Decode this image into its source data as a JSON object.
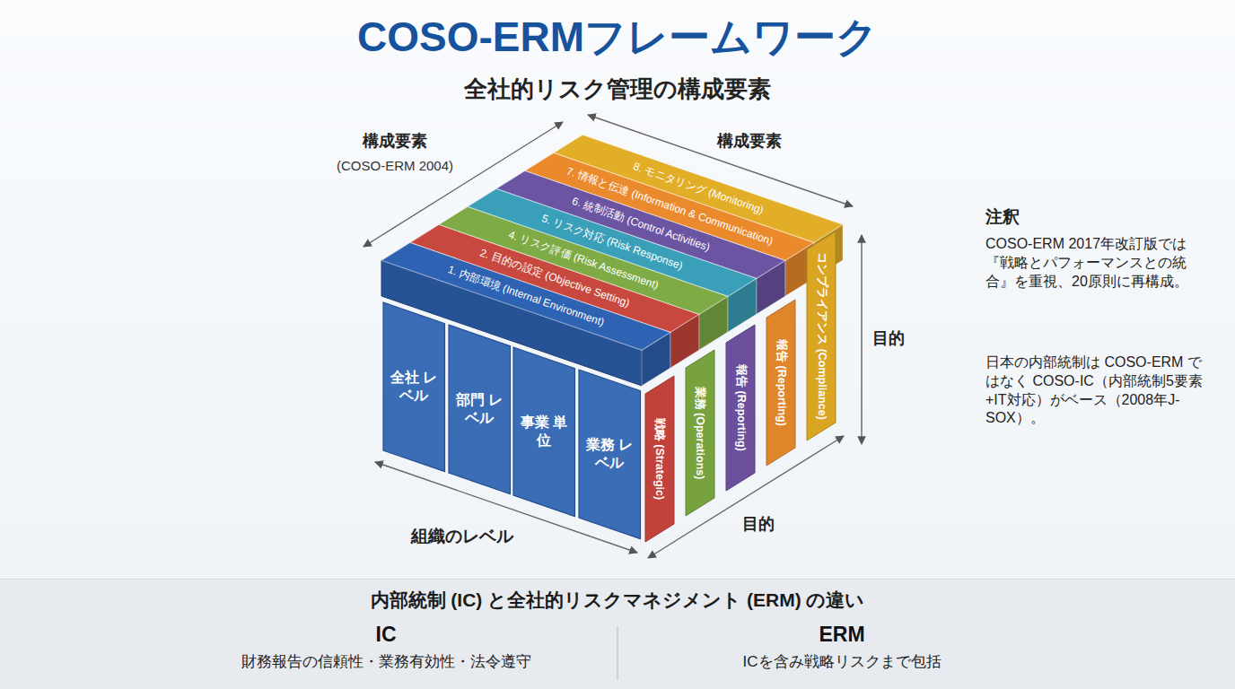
{
  "diagram": {
    "title": "COSO-ERMフレームワーク",
    "nodes": [
      {
        "text": [
          "1. 内部環境 (Internal Environment)"
        ]
      },
      {
        "text": [
          "2. 目的の設定 (Objective Setting)"
        ]
      },
      {
        "text": [
          "4. リスク評価 (Risk Assessment)"
        ]
      },
      {
        "text": [
          "5. リスク対応 (Risk Response)"
        ]
      },
      {
        "text": [
          "6. 統制活動 (Control Activities)"
        ]
      },
      {
        "text": [
          "7. 情報と伝達 (Information & Communication)"
        ]
      },
      {
        "text": [
          "8. モニタリング (Monitoring)"
        ]
      },
      {
        "text": [
          "全社 レベル"
        ]
      },
      {
        "text": [
          "部門 レベル"
        ]
      },
      {
        "text": [
          "事業 単位"
        ]
      },
      {
        "text": [
          "業務 レベル"
        ]
      },
      {
        "text": [
          "戦略 (Strategic)"
        ]
      },
      {
        "text": [
          "業務 (Operations)"
        ]
      },
      {
        "text": [
          "報告 (Reporting)"
        ]
      },
      {
        "text": [
          "報告 (Reporting)"
        ]
      },
      {
        "text": [
          "コンプライアンス (Compliance)"
        ]
      },
      {
        "text": [
          "内部統制 (IC) と全社的リスクマネジメント (ERM) の違い"
        ]
      },
      {
        "text": [
          "IC",
          "財務報告の信頼性・業務有効性・法令遵守"
        ],
        "in": 16
      },
      {
        "text": [
          "ERM",
          "ICを含み戦略リスクまで包括"
        ],
        "in": 16
      }
    ],
    "labels": [
      "全社的リスク管理の構成要素",
      "構成要素",
      "(COSO-ERM 2004)",
      "構成要素",
      "目的",
      "目的",
      "組織のレベル",
      "注釈",
      "COSO-ERM 2017年改訂版では『戦略とパフォーマンスとの統合』を重視、20原則に再構成。",
      "日本の内部統制は COSO-ERM ではなく COSO-IC（内部統制5要素+IT対応）がベース（2008年J-SOX）。"
    ]
  }
}
